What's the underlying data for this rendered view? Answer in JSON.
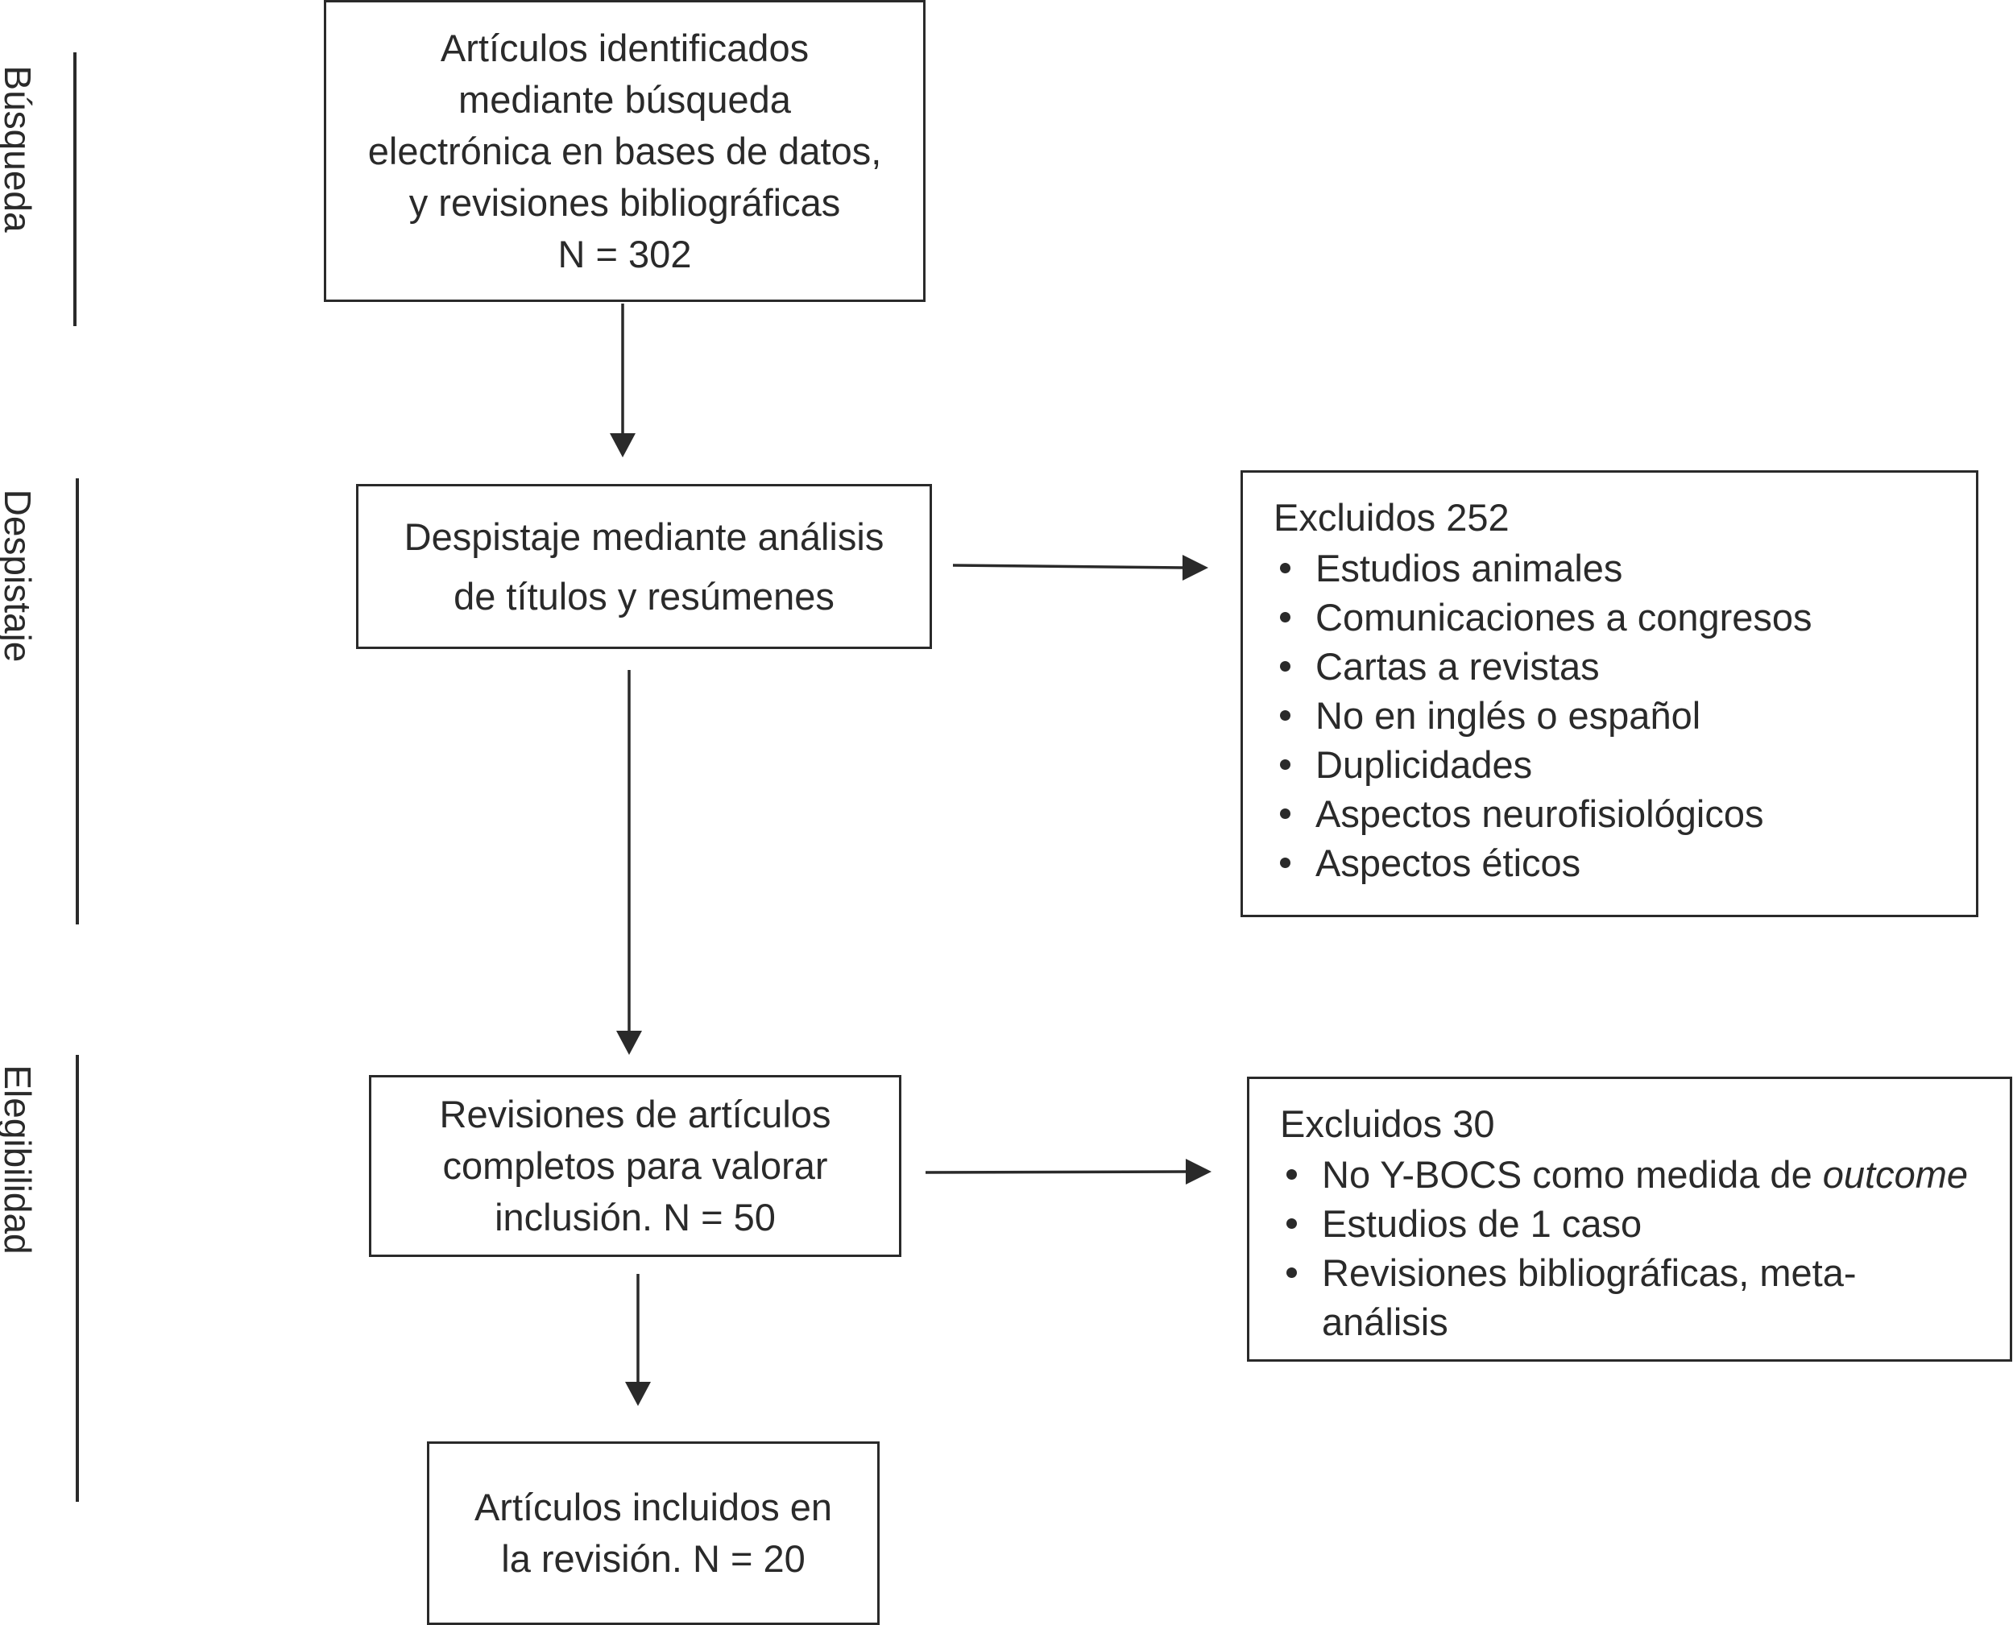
{
  "stages": {
    "busqueda": "Búsqueda",
    "despistaje": "Despistaje",
    "elegibilidad": "Elegibilidad"
  },
  "boxes": {
    "identified": {
      "lines": [
        "Artículos identificados",
        "mediante búsqueda",
        "electrónica en bases de datos,",
        "y revisiones bibliográficas",
        "N = 302"
      ]
    },
    "screening": {
      "lines": [
        "Despistaje mediante análisis",
        "de títulos y resúmenes"
      ]
    },
    "fulltext": {
      "lines": [
        "Revisiones de artículos",
        "completos para valorar",
        "inclusión. N = 50"
      ]
    },
    "included": {
      "lines": [
        "Artículos incluidos en",
        "la revisión. N = 20"
      ]
    }
  },
  "exclusions": {
    "first": {
      "title": "Excluidos 252",
      "items": [
        "Estudios animales",
        "Comunicaciones a congresos",
        "Cartas a revistas",
        "No en inglés o español",
        "Duplicidades",
        "Aspectos neurofisiológicos",
        "Aspectos éticos"
      ]
    },
    "second": {
      "title": "Excluidos 30",
      "item1_prefix": "No Y-BOCS como medida de ",
      "item1_italic": "outcome",
      "item2": "Estudios de 1 caso",
      "item3_line1": "Revisiones bibliográficas, meta-",
      "item3_line2": "análisis"
    }
  }
}
